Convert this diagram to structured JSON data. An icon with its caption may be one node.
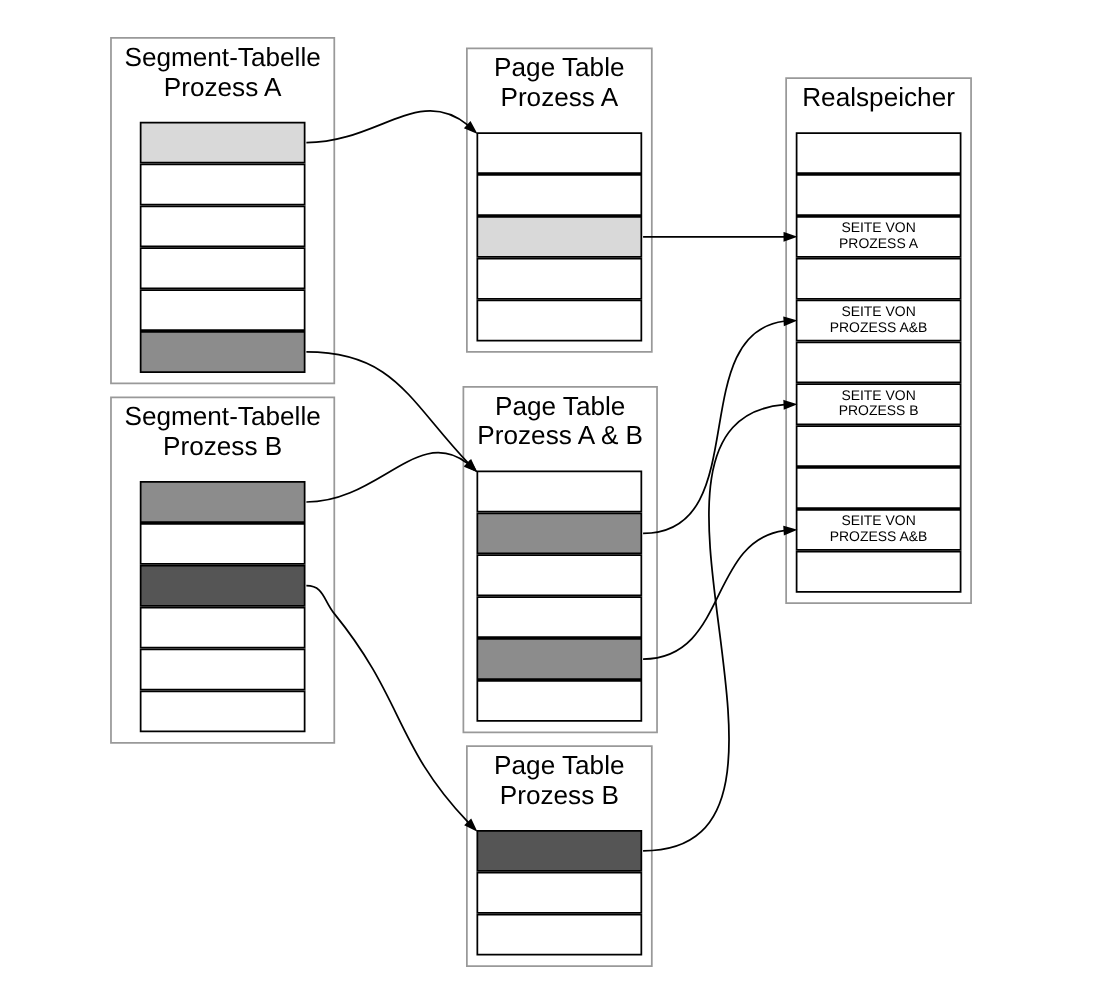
{
  "diagram": {
    "nodes": [
      {
        "text": [
          "Segment-Tabelle Prozess A"
        ]
      },
      {
        "text": [],
        "shape": "bar",
        "in": 0
      },
      {
        "text": [],
        "shape": "bar",
        "in": 0
      },
      {
        "text": [],
        "shape": "bar",
        "in": 0
      },
      {
        "text": [],
        "shape": "bar",
        "in": 0
      },
      {
        "text": [],
        "shape": "bar",
        "in": 0
      },
      {
        "text": [],
        "shape": "bar",
        "in": 0
      },
      {
        "text": [
          "Page Table Prozess A"
        ]
      },
      {
        "text": [],
        "shape": "bar",
        "in": 7
      },
      {
        "text": [],
        "shape": "bar",
        "in": 7
      },
      {
        "text": [],
        "shape": "bar",
        "in": 7
      },
      {
        "text": [],
        "shape": "bar",
        "in": 7
      },
      {
        "text": [],
        "shape": "bar",
        "in": 7
      },
      {
        "text": [
          "Segment-Tabelle Prozess B"
        ]
      },
      {
        "text": [],
        "shape": "bar",
        "in": 13
      },
      {
        "text": [],
        "shape": "bar",
        "in": 13
      },
      {
        "text": [],
        "shape": "bar",
        "in": 13
      },
      {
        "text": [],
        "shape": "bar",
        "in": 13
      },
      {
        "text": [],
        "shape": "bar",
        "in": 13
      },
      {
        "text": [],
        "shape": "bar",
        "in": 13
      },
      {
        "text": [
          "Page Table Prozess A & B"
        ]
      },
      {
        "text": [],
        "shape": "bar",
        "in": 20
      },
      {
        "text": [],
        "shape": "bar",
        "in": 20
      },
      {
        "text": [],
        "shape": "bar",
        "in": 20
      },
      {
        "text": [],
        "shape": "bar",
        "in": 20
      },
      {
        "text": [],
        "shape": "bar",
        "in": 20
      },
      {
        "text": [],
        "shape": "bar",
        "in": 20
      },
      {
        "text": [
          "Page Table Prozess B"
        ]
      },
      {
        "text": [],
        "shape": "bar",
        "in": 27
      },
      {
        "text": [],
        "shape": "bar",
        "in": 27
      },
      {
        "text": [],
        "shape": "bar",
        "in": 27
      },
      {
        "text": [
          "Realspeicher"
        ]
      },
      {
        "text": [],
        "shape": "bar",
        "in": 31
      },
      {
        "text": [],
        "shape": "bar",
        "in": 31
      },
      {
        "text": [
          "SEITE VON PROZESS A"
        ],
        "in": 31
      },
      {
        "text": [],
        "shape": "bar",
        "in": 31
      },
      {
        "text": [
          "SEITE VON PROZESS A&B"
        ],
        "in": 31
      },
      {
        "text": [],
        "shape": "bar",
        "in": 31
      },
      {
        "text": [
          "SEITE VON PROZESS B"
        ],
        "in": 31
      },
      {
        "text": [],
        "shape": "bar",
        "in": 31
      },
      {
        "text": [],
        "shape": "bar",
        "in": 31
      },
      {
        "text": [
          "SEITE VON PROZESS A&B"
        ],
        "in": 31
      },
      {
        "text": [],
        "shape": "bar",
        "in": 31
      }
    ],
    "edges": [
      {
        "from": 1,
        "to": 7,
        "arrow": "to"
      },
      {
        "from": 6,
        "to": 20,
        "arrow": "to"
      },
      {
        "from": 14,
        "to": 20,
        "arrow": "to"
      },
      {
        "from": 16,
        "to": 27,
        "arrow": "to"
      },
      {
        "from": 10,
        "to": 34,
        "arrow": "to"
      },
      {
        "from": 22,
        "to": 36,
        "arrow": "to"
      },
      {
        "from": 25,
        "to": 41,
        "arrow": "to"
      },
      {
        "from": 28,
        "to": 38,
        "arrow": "to"
      }
    ]
  }
}
